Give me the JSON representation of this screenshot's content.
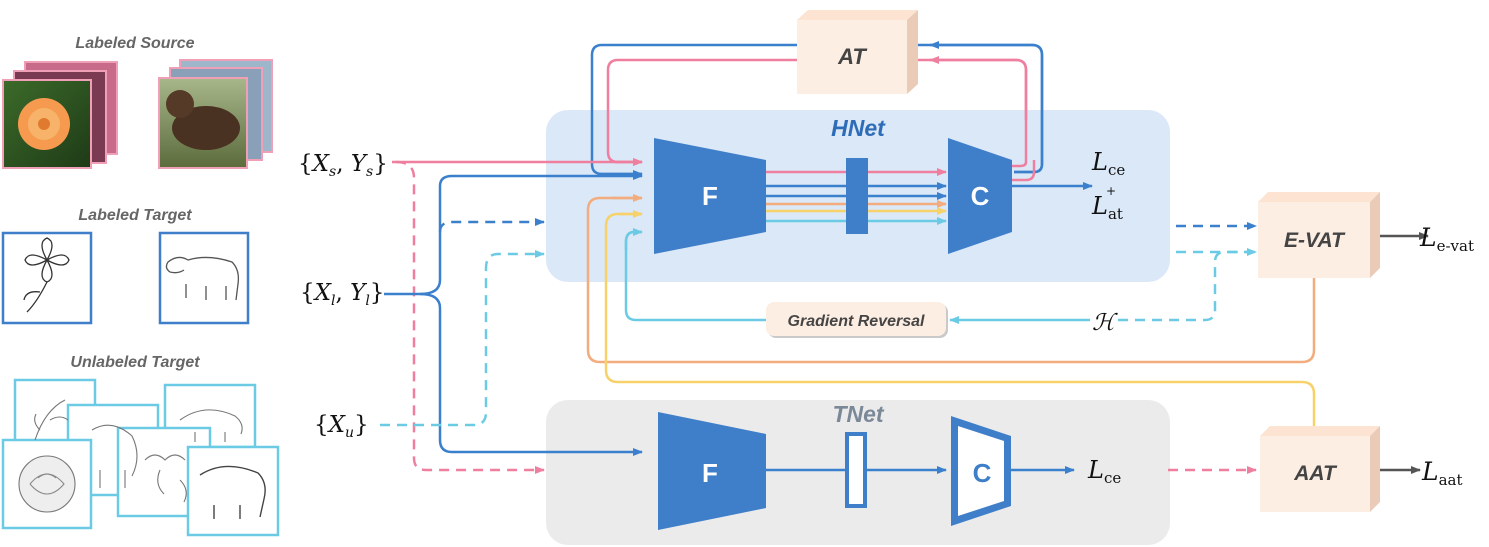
{
  "groups": {
    "labeled_source": "Labeled Source",
    "labeled_target": "Labeled Target",
    "unlabeled_target": "Unlabeled Target"
  },
  "inputs": {
    "source": {
      "open": "{",
      "v1": "X",
      "s1": "s",
      "v2": "Y",
      "s2": "s",
      "close": "}"
    },
    "labeled": {
      "open": "{",
      "v1": "X",
      "s1": "l",
      "v2": "Y",
      "s2": "l",
      "close": "}"
    },
    "unlabeled": {
      "open": "{",
      "v1": "X",
      "s1": "u",
      "close": "}"
    }
  },
  "hnet": {
    "title": "HNet",
    "f_label": "F",
    "c_label": "C",
    "loss_ce": {
      "base": "L",
      "sub": "ce"
    },
    "loss_at": {
      "base": "L",
      "sub": "at",
      "sup": "+"
    },
    "gradient_reversal": "Gradient Reversal",
    "entropy": "ℋ"
  },
  "tnet": {
    "title": "TNet",
    "f_label": "F",
    "c_label": "C",
    "loss_ce": {
      "base": "L",
      "sub": "ce"
    }
  },
  "modules": {
    "at": "AT",
    "evat": "E-VAT",
    "aat": "AAT"
  },
  "outputs": {
    "evat": {
      "base": "L",
      "sub": "e-vat"
    },
    "aat": {
      "base": "L",
      "sub": "aat"
    }
  },
  "colors": {
    "blue": "#3b80cc",
    "pink": "#ef7f9e",
    "cyan": "#6ccbe4",
    "orange": "#f2ac7e",
    "yellow": "#f7d26a",
    "net_blue": "#3f7fc9",
    "hnet_bg": "#dae8f8",
    "tnet_bg": "#ebebeb",
    "module_face": "#fdeee3",
    "gray": "#555555"
  }
}
